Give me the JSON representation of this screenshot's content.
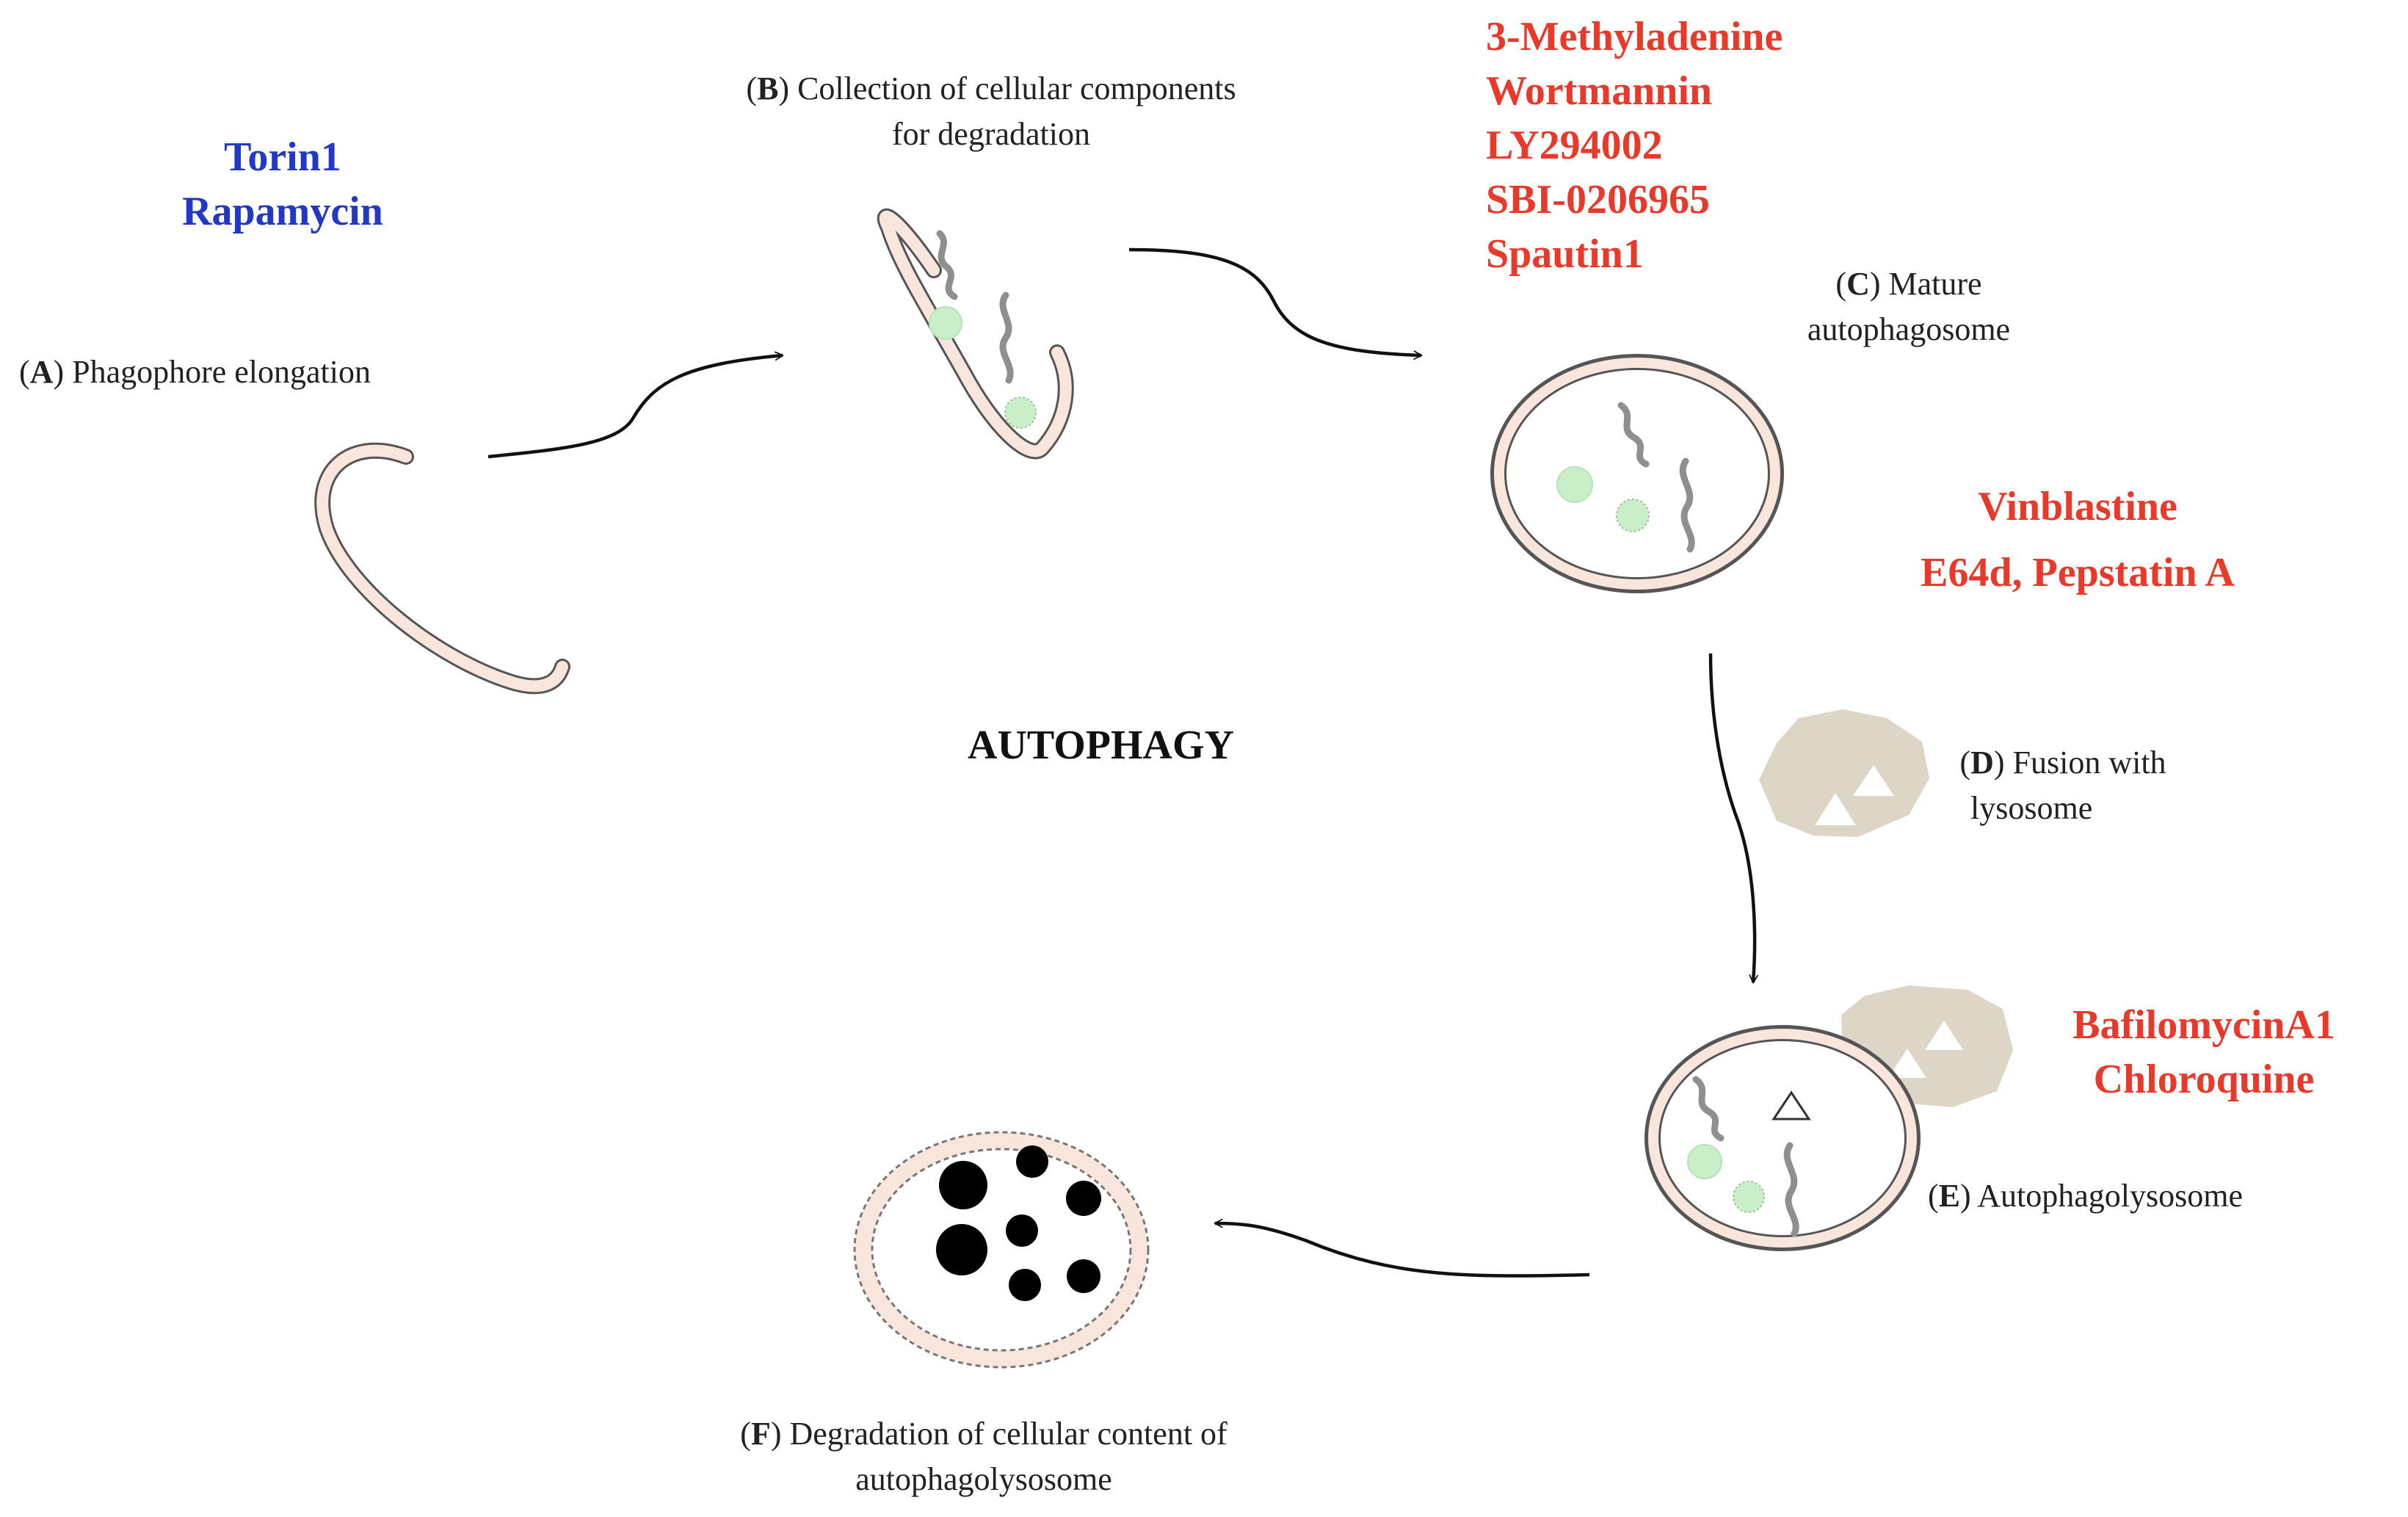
{
  "title": "AUTOPHAGY",
  "steps": {
    "A": {
      "letter": "A",
      "text": "Phagophore elongation"
    },
    "B": {
      "letter": "B",
      "line1": "Collection of cellular components",
      "line2": "for degradation"
    },
    "C": {
      "letter": "C",
      "line1": "Mature",
      "line2": "autophagosome"
    },
    "D": {
      "letter": "D",
      "line1": "Fusion with",
      "line2": "lysosome"
    },
    "E": {
      "letter": "E",
      "text": "Autophagolysosome"
    },
    "F": {
      "letter": "F",
      "line1": "Degradation of cellular content of",
      "line2": "autophagolysosome"
    }
  },
  "drug_groups": {
    "inducers": [
      "Torin1",
      "Rapamycin"
    ],
    "early_inhibitors": [
      "3-Methyladenine",
      "Wortmannin",
      "LY294002",
      "SBI-0206965",
      "Spautin1"
    ],
    "mid_inhibitors": [
      "Vinblastine",
      "E64d, Pepstatin A"
    ],
    "late_inhibitors": [
      "BafilomycinA1",
      "Chloroquine"
    ]
  },
  "colors": {
    "inducer": "#2239c8",
    "inhibitor": "#e8392a",
    "membrane_fill": "#f8e6dc",
    "membrane_stroke": "#555555",
    "lysosome": "#ddd6c6",
    "cargo_green": "#c9efc9",
    "cargo_gray": "#8f8f8f",
    "arrow": "#111111"
  },
  "icons": [
    "phagophore-icon",
    "cargo-vesicle-icon",
    "autophagosome-icon",
    "lysosome-icon",
    "autophagolysosome-icon",
    "degraded-vesicle-icon",
    "arrow-icon"
  ]
}
